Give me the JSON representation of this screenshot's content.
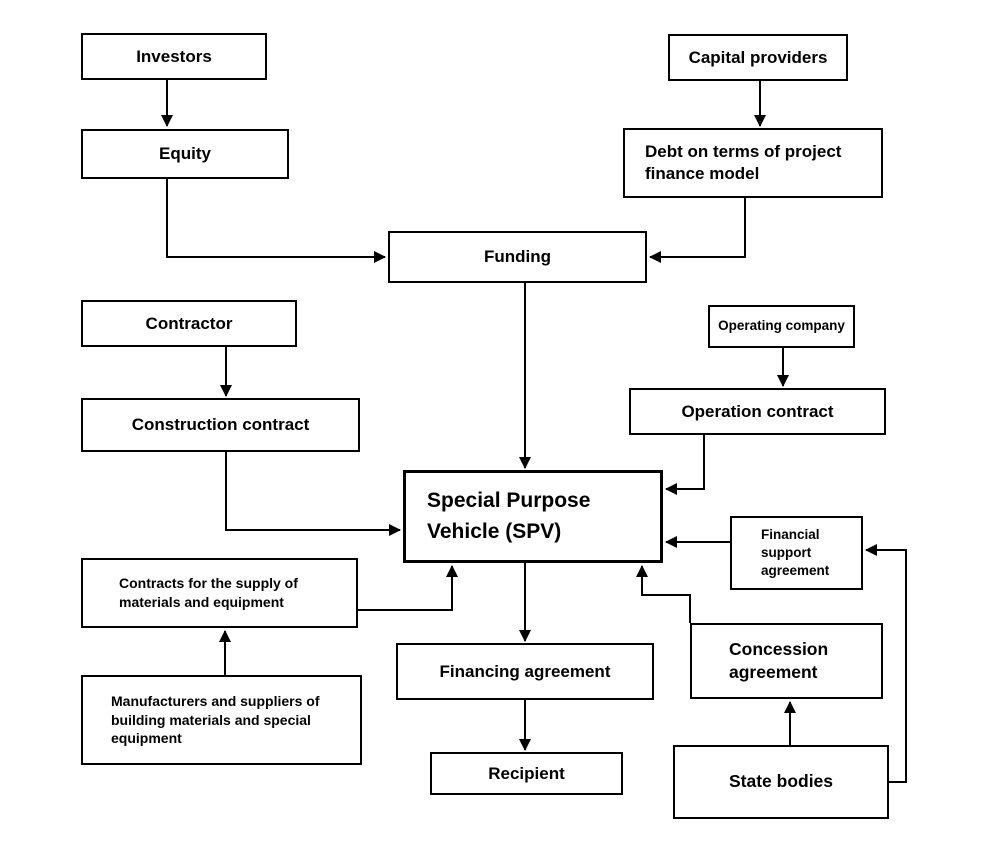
{
  "diagram": {
    "type": "flowchart",
    "colors": {
      "background": "#ffffff",
      "box_fill": "#ffffff",
      "box_border": "#000000",
      "line": "#000000",
      "text": "#000000"
    },
    "nodes": {
      "investors": {
        "label": "Investors"
      },
      "equity": {
        "label": "Equity"
      },
      "capital_providers": {
        "label": "Capital providers"
      },
      "debt": {
        "label": "Debt on terms of project finance model"
      },
      "funding": {
        "label": "Funding"
      },
      "contractor": {
        "label": "Contractor"
      },
      "construction_contract": {
        "label": "Construction contract"
      },
      "operating_company": {
        "label": "Operating company"
      },
      "operation_contract": {
        "label": "Operation contract"
      },
      "spv": {
        "label": "Special Purpose Vehicle (SPV)"
      },
      "supply_contracts": {
        "label": "Contracts for the supply of materials and equipment"
      },
      "manufacturers": {
        "label": "Manufacturers and suppliers of building materials and special equipment"
      },
      "financing_agreement": {
        "label": "Financing agreement"
      },
      "recipient": {
        "label": "Recipient"
      },
      "financial_support": {
        "label": "Financial support agreement"
      },
      "concession_agreement": {
        "label": "Concession agreement"
      },
      "state_bodies": {
        "label": "State bodies"
      }
    },
    "edges": [
      {
        "from": "Investors",
        "to": "Equity"
      },
      {
        "from": "Equity",
        "to": "Funding"
      },
      {
        "from": "Capital providers",
        "to": "Debt on terms of project finance model"
      },
      {
        "from": "Debt on terms of project finance model",
        "to": "Funding"
      },
      {
        "from": "Funding",
        "to": "Special Purpose Vehicle (SPV)"
      },
      {
        "from": "Contractor",
        "to": "Construction contract"
      },
      {
        "from": "Construction contract",
        "to": "Special Purpose Vehicle (SPV)"
      },
      {
        "from": "Operating company",
        "to": "Operation contract"
      },
      {
        "from": "Operation contract",
        "to": "Special Purpose Vehicle (SPV)"
      },
      {
        "from": "Contracts for the supply of materials and equipment",
        "to": "Special Purpose Vehicle (SPV)"
      },
      {
        "from": "Manufacturers and suppliers of building materials and special equipment",
        "to": "Contracts for the supply of materials and equipment"
      },
      {
        "from": "Special Purpose Vehicle (SPV)",
        "to": "Financing agreement"
      },
      {
        "from": "Financing agreement",
        "to": "Recipient"
      },
      {
        "from": "Financial support agreement",
        "to": "Special Purpose Vehicle (SPV)"
      },
      {
        "from": "Concession agreement",
        "to": "Special Purpose Vehicle (SPV)"
      },
      {
        "from": "State bodies",
        "to": "Concession agreement"
      },
      {
        "from": "State bodies",
        "to": "Financial support agreement"
      }
    ]
  }
}
